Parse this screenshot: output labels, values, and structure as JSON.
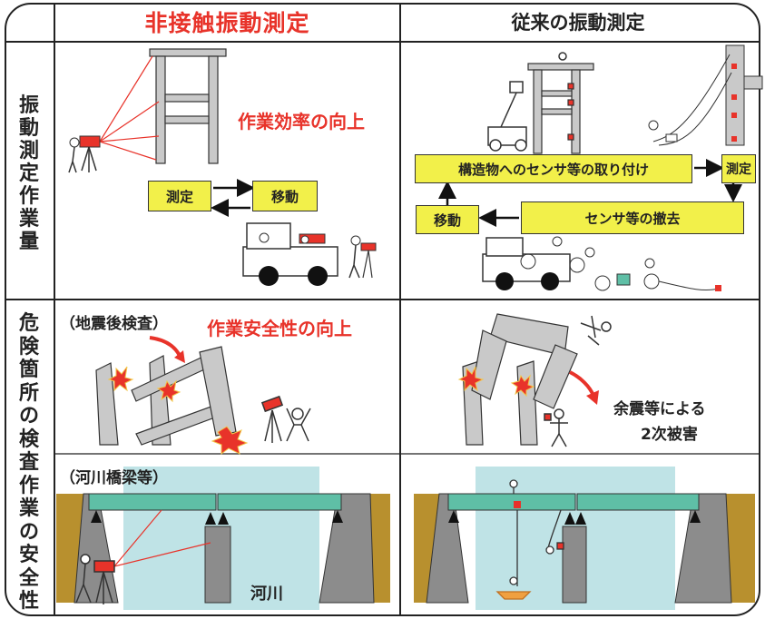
{
  "headers": {
    "left": "非接触振動測定",
    "right": "従来の振動測定"
  },
  "row_labels": {
    "row1": [
      "振",
      "動",
      "測",
      "定",
      "作",
      "業",
      "量"
    ],
    "row2": [
      "危",
      "険",
      "箇",
      "所",
      "の",
      "検",
      "査",
      "作",
      "業",
      "の",
      "安",
      "全",
      "性"
    ]
  },
  "row1_left": {
    "efficiency_note": "作業効率の向上",
    "measure_box": "測定",
    "move_box": "移動"
  },
  "row1_right": {
    "install_box": "構造物へのセンサ等の取り付け",
    "measure_box": "測定",
    "move_box": "移動",
    "removal_box": "センサ等の撤去"
  },
  "row2_left": {
    "scenario": "（地震後検査）",
    "safety_note": "作業安全性の向上"
  },
  "row2_right": {
    "damage_note_line1": "余震等による",
    "damage_note_line2": "2次被害"
  },
  "row3_left": {
    "scenario": "（河川橋梁等）",
    "river_label": "河川"
  },
  "colors": {
    "accent_red": "#e8332a",
    "box_yellow": "#f2f04a",
    "girder_teal": "#5fbfa6",
    "river_blue": "#bfe3e6",
    "pier_gray": "#8c8c8c",
    "bank_brown": "#b8902e"
  }
}
